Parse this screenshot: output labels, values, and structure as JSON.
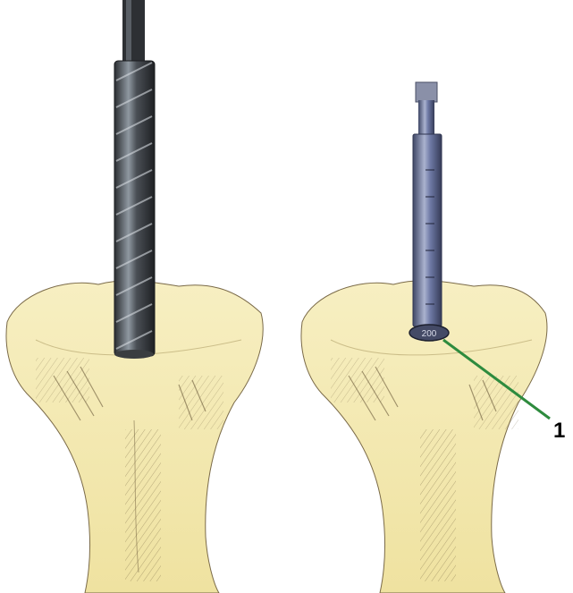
{
  "figure": {
    "callouts": [
      {
        "number": "1"
      }
    ],
    "instrument_engraving": "200",
    "colors": {
      "bone_fill": "#f3e6a3",
      "bone_shadow": "#d9c677",
      "hatch": "#6b5a3a",
      "reamer_dark": "#3b3f44",
      "reamer_light": "#9aa2aa",
      "rod_blue": "#6f7aa6",
      "callout_line": "#2e8b3e"
    },
    "icons": [
      "reamer-drill",
      "sizing-rod",
      "tibia-bone"
    ]
  }
}
